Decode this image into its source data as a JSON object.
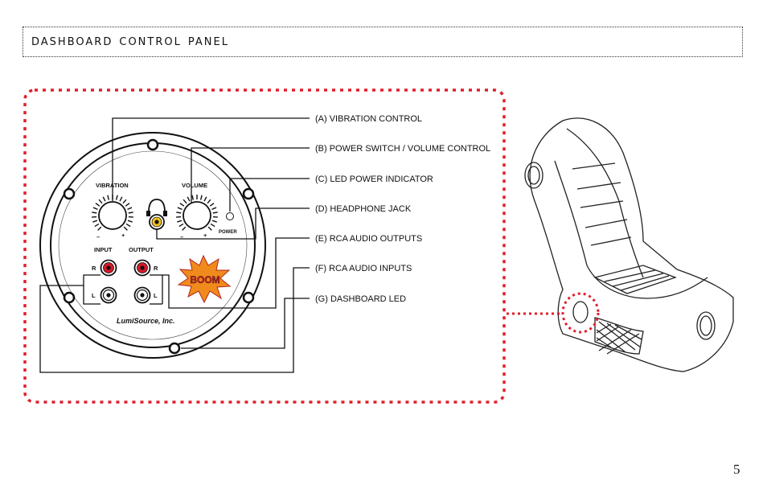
{
  "header": {
    "title": "DASHBOARD CONTROL PANEL"
  },
  "callouts": [
    "(A)  VIBRATION CONTROL",
    "(B)  POWER SWITCH / VOLUME CONTROL",
    "(C)  LED POWER INDICATOR",
    "(D)  HEADPHONE JACK",
    "(E)  RCA AUDIO OUTPUTS",
    "(F)  RCA AUDIO INPUTS",
    "(G)  DASHBOARD LED"
  ],
  "panel": {
    "vibration_label": "VIBRATION",
    "volume_label": "VOLUME",
    "power_label": "POWER",
    "input_label": "INPUT",
    "output_label": "OUTPUT",
    "minus": "–",
    "plus": "+",
    "right": "R",
    "left": "L",
    "logo_text": "BOOM",
    "brand": "LumiSource, Inc."
  },
  "page_number": "5",
  "colors": {
    "highlight_red": "#e11f2b",
    "rca_red": "#d7182a",
    "jack_yellow": "#f4c21a",
    "boom_orange": "#f08a1c"
  }
}
